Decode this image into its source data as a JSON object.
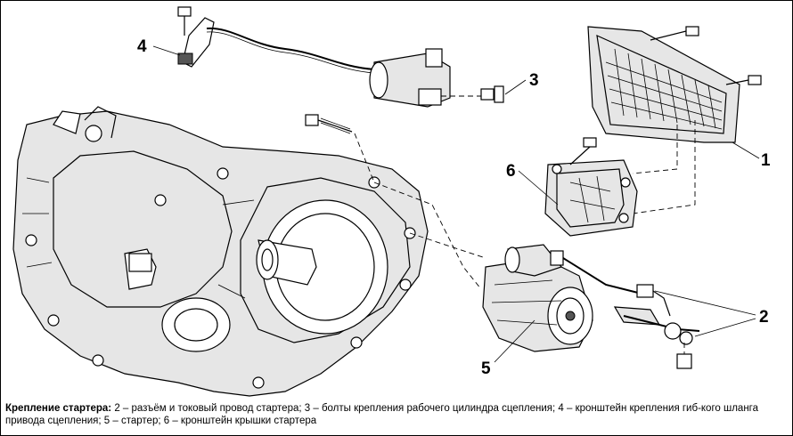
{
  "callouts": {
    "c1": "1",
    "c2": "2",
    "c3": "3",
    "c4": "4",
    "c5": "5",
    "c6": "6"
  },
  "caption": {
    "title": "Крепление стартера:",
    "text": " 2 – разъём и токовый провод стартера; 3 – болты крепления рабочего цилиндра сцепления; 4 – кронштейн крепления гиб-кого шланга привода сцепления; 5 – стартер; 6 – кронштейн крышки стартера"
  }
}
